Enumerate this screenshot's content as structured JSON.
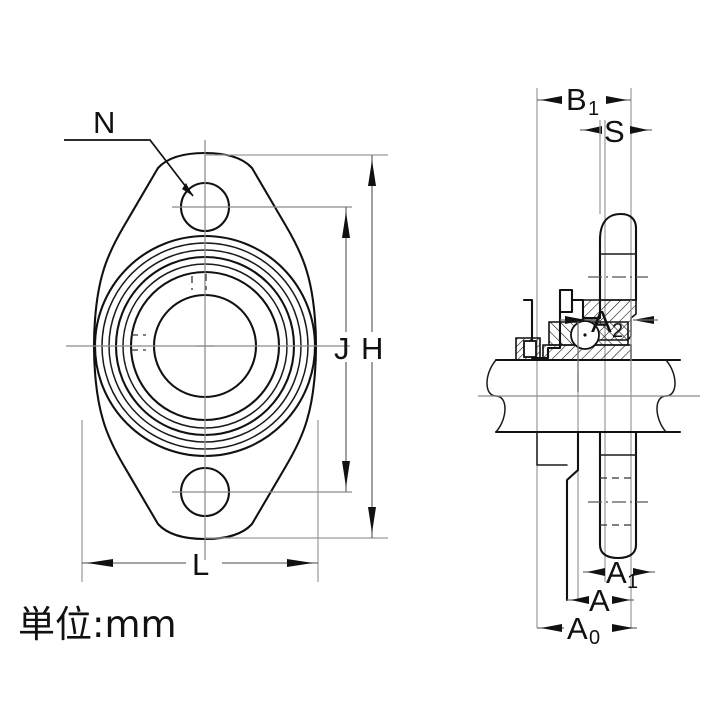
{
  "drawing": {
    "title": "Flange bearing unit dimensional drawing",
    "unit_note": "単位:mm",
    "background_color": "#ffffff",
    "line_color": "#111111",
    "center_line_color": "#8a8a8a",
    "views": {
      "front": {
        "name": "front-view",
        "description": "Two-bolt oval flange bearing unit seen from the front"
      },
      "section": {
        "name": "section-view",
        "description": "Cross-section side view showing bearing, shaft and flange arms"
      }
    },
    "labels": {
      "n": "N",
      "j": "J",
      "h": "H",
      "l": "L",
      "b1_main": "B",
      "b1_sub": "1",
      "s": "S",
      "a2_main": "A",
      "a2_sub": "2",
      "a1_main": "A",
      "a1_sub": "1",
      "a": "A",
      "a0_main": "A",
      "a0_sub": "0"
    },
    "dimension_list": [
      {
        "symbol": "N",
        "kind": "bolt-hole-diameter",
        "view": "front"
      },
      {
        "symbol": "J",
        "kind": "bolt-hole-pitch",
        "view": "front"
      },
      {
        "symbol": "H",
        "kind": "overall-height",
        "view": "front"
      },
      {
        "symbol": "L",
        "kind": "overall-width",
        "view": "front"
      },
      {
        "symbol": "B1",
        "kind": "housing-width",
        "view": "section"
      },
      {
        "symbol": "S",
        "kind": "flange-thickness",
        "view": "section"
      },
      {
        "symbol": "A2",
        "kind": "inner-offset",
        "view": "section"
      },
      {
        "symbol": "A1",
        "kind": "boss-width",
        "view": "section"
      },
      {
        "symbol": "A",
        "kind": "base-offset",
        "view": "section"
      },
      {
        "symbol": "A0",
        "kind": "total-depth",
        "view": "section"
      }
    ]
  }
}
